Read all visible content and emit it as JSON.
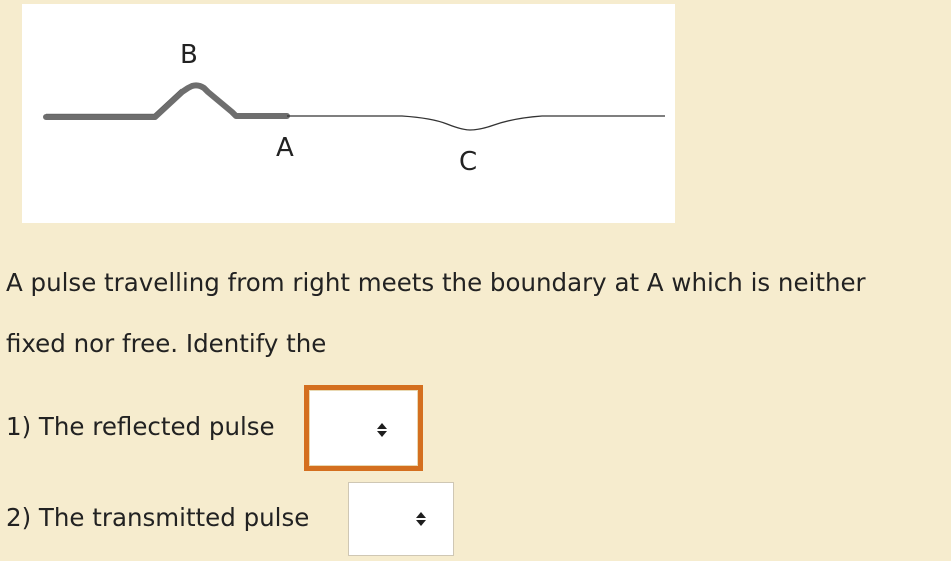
{
  "figure": {
    "label_b": "B",
    "label_a": "A",
    "label_c": "C"
  },
  "question": {
    "line1": "A pulse travelling from right meets the boundary at A which is neither",
    "line2": "fixed nor free. Identify the"
  },
  "items": [
    {
      "label": "1) The reflected pulse",
      "selected_value": ""
    },
    {
      "label": "2) The transmitted pulse",
      "selected_value": ""
    }
  ],
  "colors": {
    "page_background": "#f6ecce",
    "figure_background": "#ffffff",
    "active_select_border": "#d46f1f",
    "thick_string": "#666666",
    "thin_string": "#333333"
  },
  "icons": {
    "select_indicator": "sort-arrows-icon"
  }
}
